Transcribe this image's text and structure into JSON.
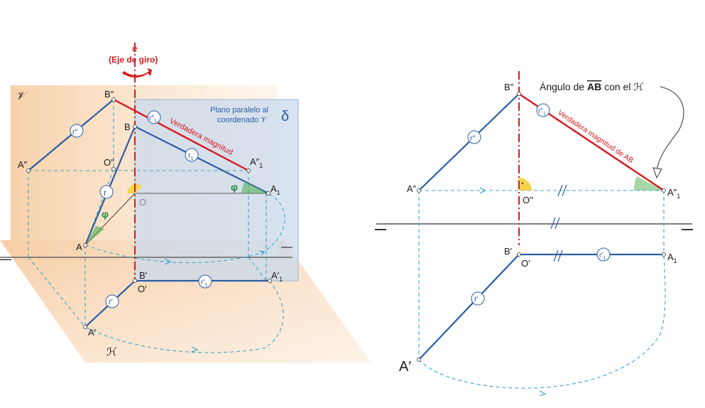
{
  "axis": {
    "name": "e",
    "subtitle": "(Eje de giro)"
  },
  "planes": {
    "vertical": "𝒱",
    "horizontal": "ℋ",
    "parallel_symbol": "δ",
    "parallel_caption_line1": "Plano paralelo al",
    "parallel_caption_line2": "coordenado 𝒱"
  },
  "labels": {
    "verdadera_left": "Verdadera magnitud",
    "verdadera_right": "Verdadera magnitud de AB",
    "angle_prefix": "Ángulo de ",
    "angle_segment": "AB",
    "angle_suffix": " con el ",
    "angle_plane": "ℋ",
    "phi": "φ",
    "minus": "—"
  },
  "points_left": {
    "A2": "A″",
    "B2": "B″",
    "O2": "O″",
    "A12": "A″",
    "B": "B",
    "O": "O",
    "A1": "A",
    "A": "A",
    "B1": "B′",
    "O1": "O′",
    "A11": "A′",
    "Ap": "A′",
    "sub1": "1"
  },
  "points_right": {
    "B2": "B″",
    "A2": "A″",
    "O2": "O″",
    "A12": "A″",
    "B1": "B′",
    "O1": "O′",
    "A1": "A",
    "Ap": "A′",
    "sub1": "1"
  },
  "circles": {
    "r": "r",
    "r2": "r″",
    "r1p": "r′",
    "r12": "r″",
    "r1": "r",
    "r11": "r′",
    "sub1": "1"
  }
}
